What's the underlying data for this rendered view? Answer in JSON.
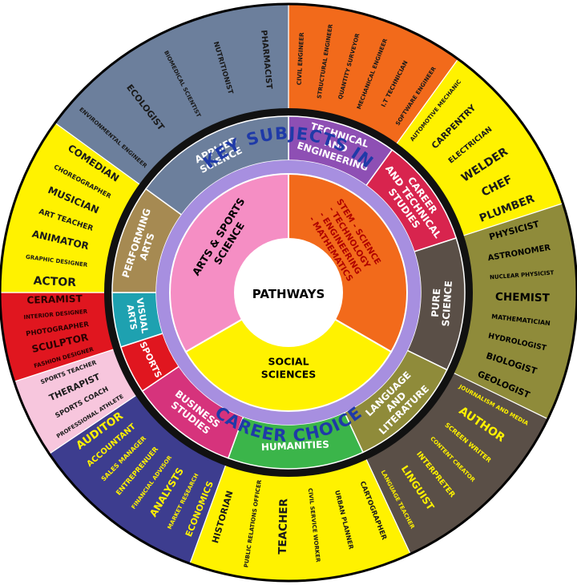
{
  "center_label": "PATHWAYS",
  "ring_labels": {
    "top": "KEY SUBJECTS IN",
    "bottom": "CAREER CHOICE"
  },
  "core": [
    {
      "id": "stem",
      "lines": [
        "STEM - SCIENCE",
        "- TECHNOLOGY",
        "- ENGINEERING",
        "- MATHEMATICS"
      ],
      "color": "#f26a1b",
      "text_color": "#b00000"
    },
    {
      "id": "social",
      "lines": [
        "SOCIAL",
        "SCIENCES"
      ],
      "color": "#fff200",
      "text_color": "#000000"
    },
    {
      "id": "arts",
      "lines": [
        "ARTS & SPORTS",
        "SCIENCE"
      ],
      "color": "#f58ec4",
      "text_color": "#000000"
    }
  ],
  "fields": [
    {
      "id": "technical-engineering",
      "lines": [
        "TECHNICAL",
        "AND",
        "ENGINEERING"
      ],
      "color": "#8e4fb4"
    },
    {
      "id": "career-technical",
      "lines": [
        "CAREER",
        "AND TECHNICAL",
        "STUDIES"
      ],
      "color": "#d8244e"
    },
    {
      "id": "pure-science",
      "lines": [
        "PURE",
        "SCIENCE"
      ],
      "color": "#5a4f47"
    },
    {
      "id": "language-literature",
      "lines": [
        "LANGUAGE",
        "AND",
        "LITERATURE"
      ],
      "color": "#8f8b3a"
    },
    {
      "id": "humanities",
      "lines": [
        "HUMANITIES"
      ],
      "color": "#3bb54a"
    },
    {
      "id": "business-studies",
      "lines": [
        "BUSINESS",
        "STUDIES"
      ],
      "color": "#d6337c"
    },
    {
      "id": "sports",
      "lines": [
        "SPORTS"
      ],
      "color": "#e0161f"
    },
    {
      "id": "visual-arts",
      "lines": [
        "VISUAL",
        "ARTS"
      ],
      "color": "#1ea1b0"
    },
    {
      "id": "performing-arts",
      "lines": [
        "PERFORMING",
        "ARTS"
      ],
      "color": "#a68a52"
    },
    {
      "id": "applied-science",
      "lines": [
        "APPLIED",
        "SCIENCE"
      ],
      "color": "#6c7f9c"
    }
  ],
  "careers": [
    {
      "id": "engineering",
      "color": "#f26a1b",
      "text_color": "#1a1a1a",
      "items": [
        "CIVIL ENGINEER",
        "STRUCTURAL ENGINEER",
        "QUANTITY SURVEYOR",
        "MECHANICAL ENGINEER",
        "I.T TECHNICIAN",
        "SOFTWARE ENGINEER"
      ]
    },
    {
      "id": "trades",
      "color": "#fff200",
      "text_color": "#1a1a1a",
      "items": [
        "AUTOMOTIVE MECHANIC",
        "CARPENTRY",
        "ELECTRICIAN",
        "WELDER",
        "CHEF",
        "PLUMBER"
      ]
    },
    {
      "id": "science",
      "color": "#8f8b3a",
      "text_color": "#000000",
      "items": [
        "PHYSICIST",
        "ASTRONOMER",
        "NUCLEAR PHYSICIST",
        "CHEMIST",
        "MATHEMATICIAN",
        "HYDROLOGIST",
        "BIOLOGIST",
        "GEOLOGIST"
      ]
    },
    {
      "id": "media",
      "color": "#5a4f47",
      "text_color": "#fff200",
      "items": [
        "JOURNALISM AND MEDIA",
        "AUTHOR",
        "SCREEN WRITER",
        "CONTENT CREATOR",
        "INTERPRETER",
        "LINGUIST",
        "LANGUAGE TEACHER"
      ]
    },
    {
      "id": "civic",
      "color": "#fff200",
      "text_color": "#1a1a1a",
      "items": [
        "CARTOGRAPHER",
        "URBAN PLANNER",
        "CIVIL SERVICE WORKER",
        "TEACHER",
        "PUBLIC RELATIONS OFFICER",
        "HISTORIAN"
      ]
    },
    {
      "id": "business",
      "color": "#3d3d8f",
      "text_color": "#fff200",
      "items": [
        "ECONOMICS",
        "MARKET RESEARCH",
        "ANALYSTS",
        "FINANCIAL ADVISOR",
        "ENTREPRENUER",
        "SALES MANAGER",
        "ACCOUNTANT",
        "AUDITOR"
      ]
    },
    {
      "id": "sport-careers",
      "color": "#f7c6dd",
      "text_color": "#1a1a1a",
      "items": [
        "PROFESSIONAL ATHLETE",
        "SPORTS COACH",
        "THERAPIST",
        "SPORTS TEACHER"
      ]
    },
    {
      "id": "visual-careers",
      "color": "#e0161f",
      "text_color": "#2a0000",
      "items": [
        "FASHION DESIGNER",
        "SCULPTOR",
        "PHOTOGRAPHER",
        "INTERIOR DESIGNER",
        "CERAMIST"
      ]
    },
    {
      "id": "performing-careers",
      "color": "#fff200",
      "text_color": "#1a1a1a",
      "items": [
        "ACTOR",
        "GRAPHIC DESIGNER",
        "ANIMATOR",
        "ART TEACHER",
        "MUSICIAN",
        "CHOREOGRAPHER",
        "COMEDIAN"
      ]
    },
    {
      "id": "applied-careers",
      "color": "#6c7f9c",
      "text_color": "#1a1a1a",
      "items": [
        "ENVIRONMENTAL ENGINEER",
        "ECOLOGIST",
        "BIOMEDICAL SCIENTIST",
        "NUTRITIONIST",
        "PHARMACIST"
      ]
    }
  ]
}
